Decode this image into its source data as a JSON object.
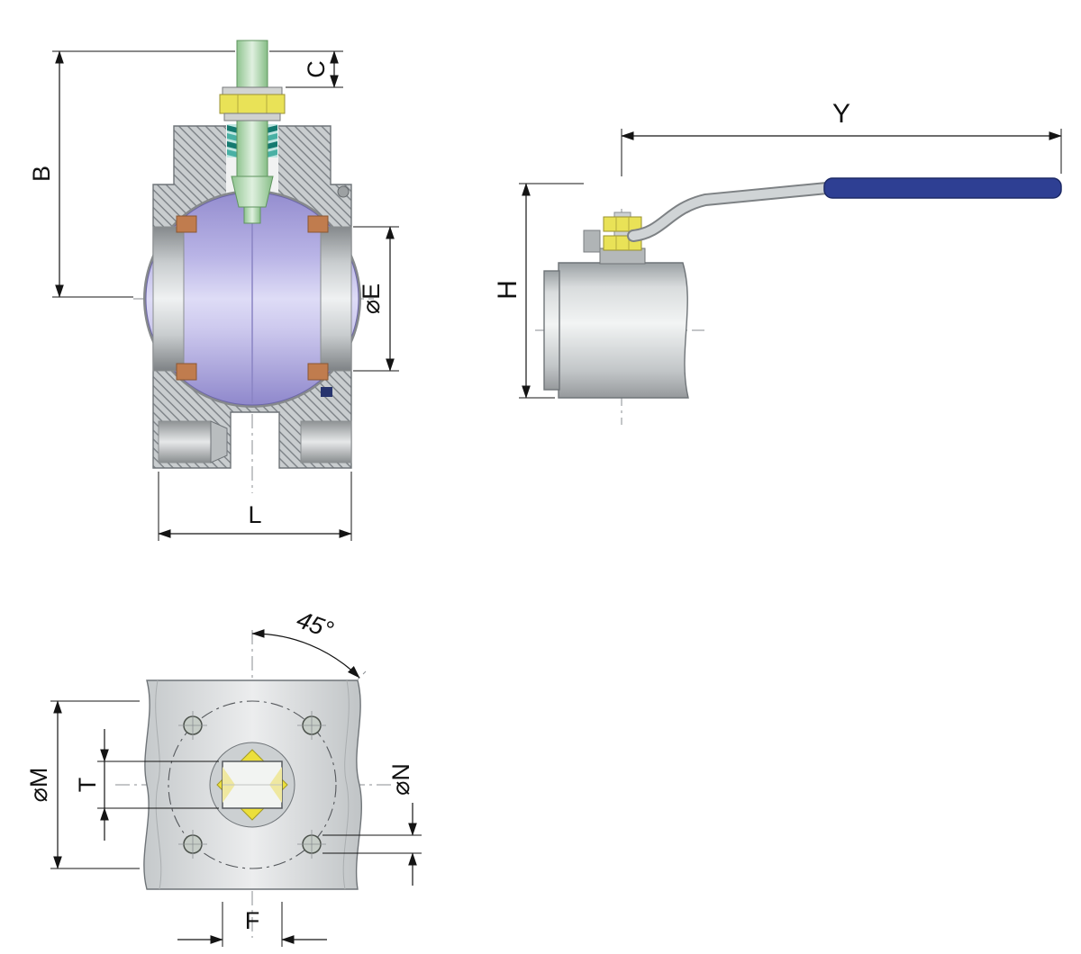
{
  "drawing": {
    "dims": {
      "B": "B",
      "C": "C",
      "E": "⌀E",
      "L": "L",
      "Y": "Y",
      "H": "H",
      "M": "⌀M",
      "T": "T",
      "N": "⌀N",
      "F": "F",
      "angle": "45°"
    },
    "colors": {
      "body_gray": "#c9cdcf",
      "hatch_gray": "#7c8186",
      "ball_lavender": "#b6b1e2",
      "stem_green": "#a8d4a8",
      "nut_yellow": "#e9e257",
      "packing_teal": "#157a70",
      "seat_brown": "#c07c4e",
      "handle_blue": "#2e3f93",
      "dimension_line": "#141414"
    }
  }
}
